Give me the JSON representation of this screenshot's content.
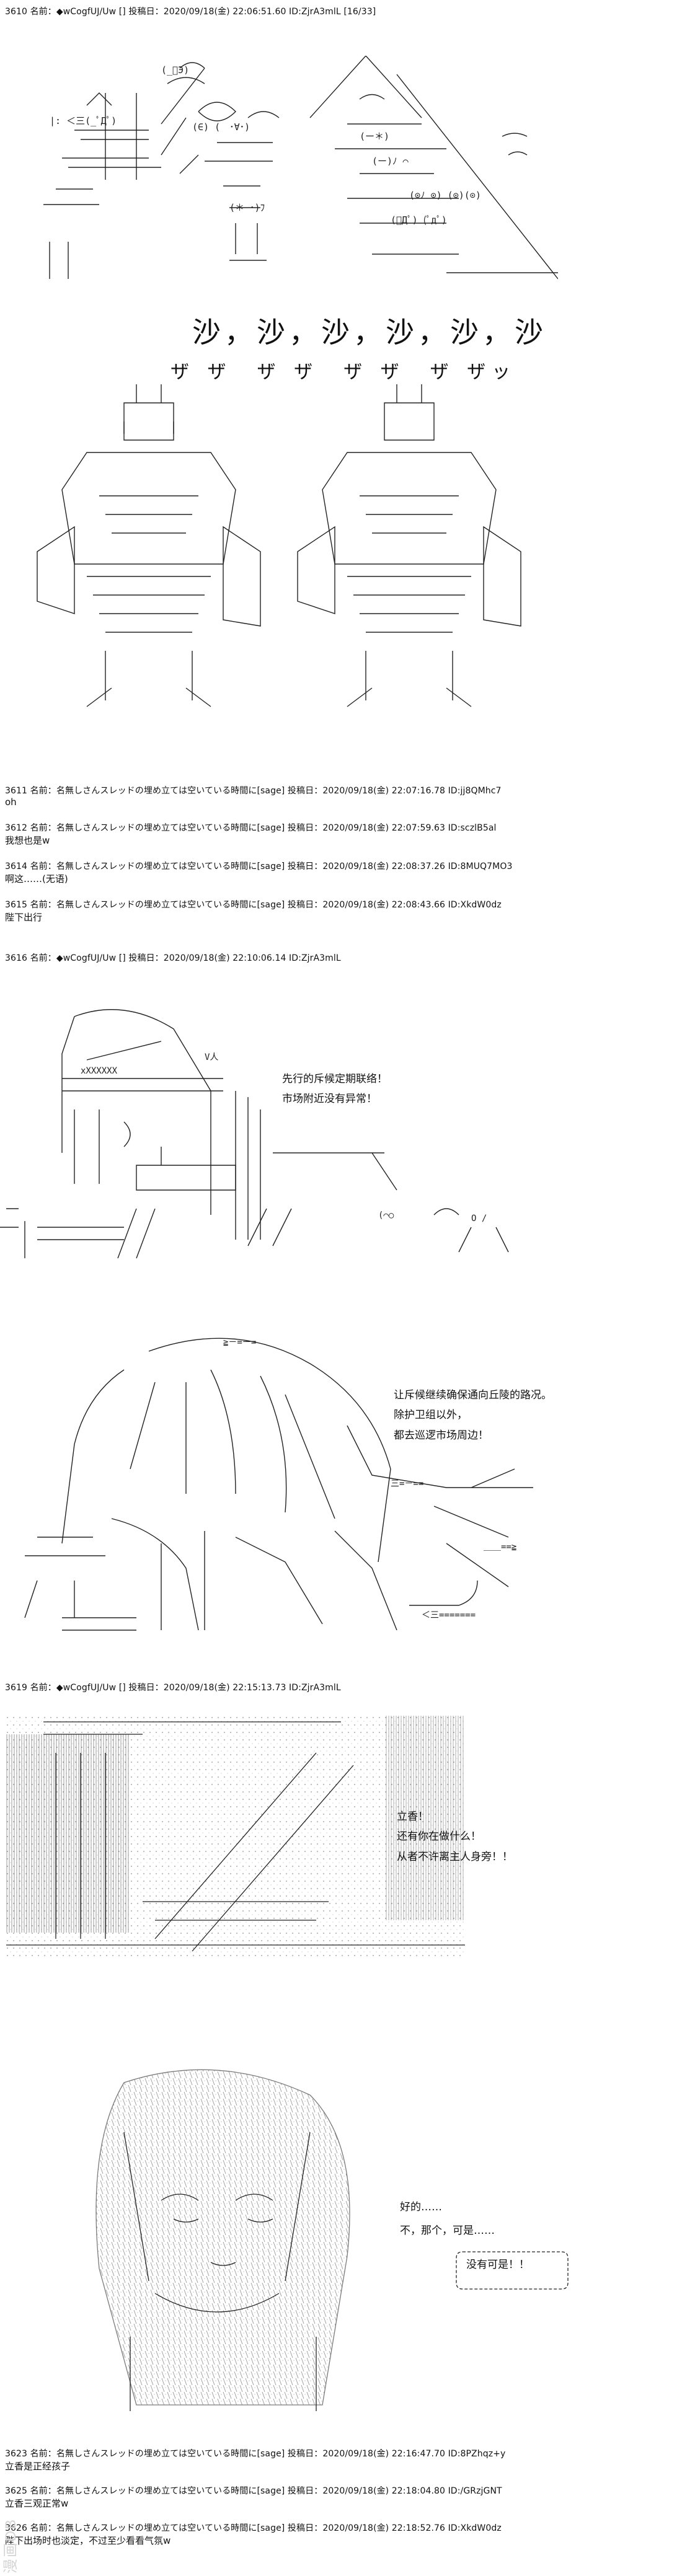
{
  "posts": [
    {
      "header": "3610 名前：◆wCogfUJ/Uw [] 投稿日：2020/09/18(金) 22:06:51.60 ID:ZjrA3mlL [16/33]"
    },
    {
      "header": "3611 名前：名無しさんスレッドの埋め立ては空いている時間に[sage] 投稿日：2020/09/18(金) 22:07:16.78 ID:jj8QMhc7",
      "text": "oh"
    },
    {
      "header": "3612 名前：名無しさんスレッドの埋め立ては空いている時間に[sage] 投稿日：2020/09/18(金) 22:07:59.63 ID:sczlB5al",
      "text": "我想也是w"
    },
    {
      "header": "3614 名前：名無しさんスレッドの埋め立ては空いている時間に[sage] 投稿日：2020/09/18(金) 22:08:37.26 ID:8MUQ7MO3",
      "text": "啊这……(无语)"
    },
    {
      "header": "3615 名前：名無しさんスレッドの埋め立ては空いている時間に[sage] 投稿日：2020/09/18(金) 22:08:43.66 ID:XkdW0dz",
      "text": "陛下出行"
    },
    {
      "header": "3616 名前：◆wCogfUJ/Uw [] 投稿日：2020/09/18(金) 22:10:06.14 ID:ZjrA3mlL"
    },
    {
      "header": "3619 名前：◆wCogfUJ/Uw [] 投稿日：2020/09/18(金) 22:15:13.73 ID:ZjrA3mlL"
    },
    {
      "header": "3623 名前：名無しさんスレッドの埋め立ては空いている時間に[sage] 投稿日：2020/09/18(金) 22:16:47.70 ID:8PZhqz+y",
      "text": "立香是正经孩子"
    },
    {
      "header": "3625 名前：名無しさんスレッドの埋め立ては空いている時間に[sage] 投稿日：2020/09/18(金) 22:18:04.80 ID:/GRzjGNT",
      "text": "立香三观正常w"
    },
    {
      "header": "3626 名前：名無しさんスレッドの埋め立ては空いている時間に[sage] 投稿日：2020/09/18(金) 22:18:52.76 ID:XkdW0dz",
      "text": "陛下出场时也淡定，不过至少看看气氛w"
    }
  ],
  "sfx": {
    "sha": "沙，沙，沙，沙，沙，沙",
    "za": "ザ ザ　ザ ザ　ザ ザ　ザ ザッ"
  },
  "dialogue": {
    "scout": [
      "先行的斥候定期联络！",
      "市场附近没有异常！"
    ],
    "order": [
      "让斥候继续确保通向丘陵的路况。",
      "除护卫组以外，",
      "都去巡逻市场周边！"
    ],
    "ritsuka": [
      "立香！",
      "还有你在做什么！",
      "从者不许离主人身旁！！"
    ],
    "reply": [
      "好的……",
      "不，那个，可是……"
    ],
    "bubble": "没有可是！！"
  },
  "watermark": "漫画DB"
}
